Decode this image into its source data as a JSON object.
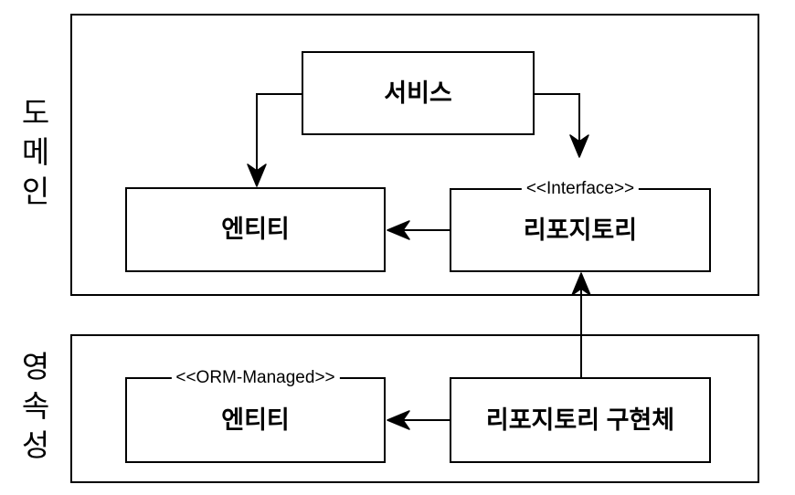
{
  "diagram": {
    "colors": {
      "background": "#ffffff",
      "stroke": "#000000",
      "text": "#000000"
    },
    "lanes": {
      "domain": {
        "label": "도메인"
      },
      "persistence": {
        "label": "영속성"
      }
    },
    "nodes": {
      "service": {
        "label": "서비스"
      },
      "entity_domain": {
        "label": "엔티티"
      },
      "repository": {
        "stereotype": "<<Interface>>",
        "label": "리포지토리"
      },
      "entity_persistence": {
        "stereotype": "<<ORM-Managed>>",
        "label": "엔티티"
      },
      "repository_impl": {
        "label": "리포지토리 구현체"
      }
    },
    "edges": [
      {
        "from": "service",
        "to": "entity_domain",
        "style": "solid-arrow"
      },
      {
        "from": "service",
        "to": "repository",
        "style": "solid-arrow"
      },
      {
        "from": "repository",
        "to": "entity_domain",
        "style": "solid-arrow"
      },
      {
        "from": "repository_impl",
        "to": "repository",
        "style": "solid-arrow"
      },
      {
        "from": "repository_impl",
        "to": "entity_persistence",
        "style": "solid-arrow"
      }
    ]
  }
}
